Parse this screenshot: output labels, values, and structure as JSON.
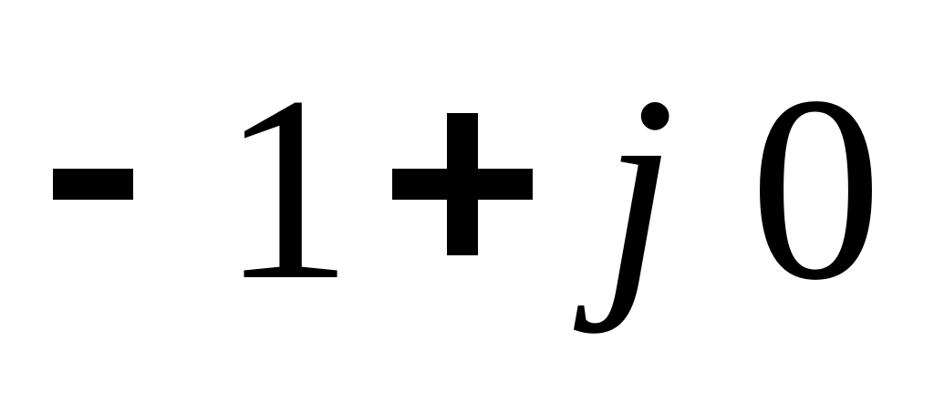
{
  "expression": {
    "sign": "-",
    "real": "1",
    "operator": "+",
    "imaginary_unit": "j",
    "imaginary": "0"
  },
  "colors": {
    "ink": "#000000",
    "background": "#ffffff"
  }
}
